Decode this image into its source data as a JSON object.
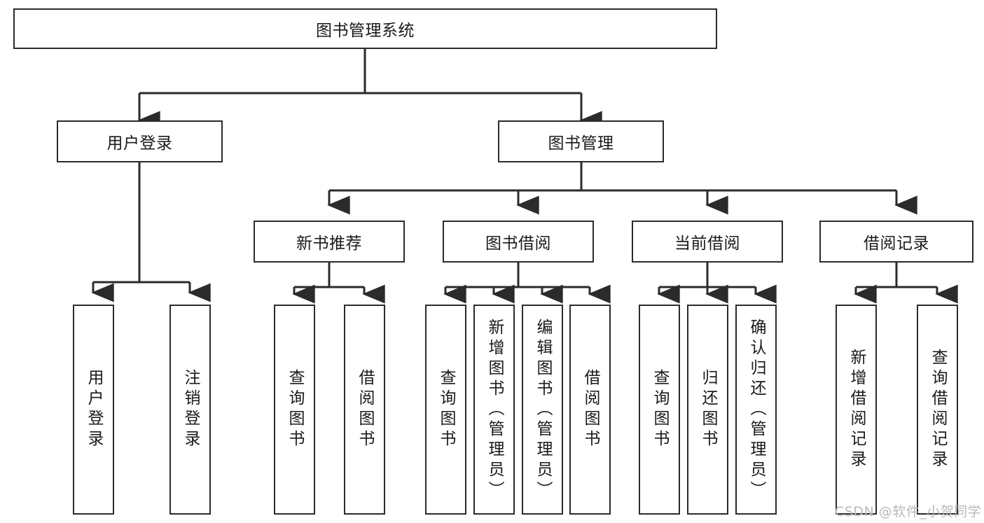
{
  "diagram": {
    "title": "图书管理系统",
    "type": "tree-hierarchy-diagram",
    "colors": {
      "box_border": "#2b2b2b",
      "box_fill": "#ffffff",
      "edge": "#2b2b2b",
      "watermark": "#b9b9b9",
      "background": "#ffffff"
    },
    "root": {
      "label": "图书管理系统"
    },
    "level1": [
      {
        "label": "用户登录"
      },
      {
        "label": "图书管理"
      }
    ],
    "level2": [
      {
        "label": "新书推荐"
      },
      {
        "label": "图书借阅"
      },
      {
        "label": "当前借阅"
      },
      {
        "label": "借阅记录"
      }
    ],
    "leaves": {
      "user_login": [
        {
          "label": "用户登录"
        },
        {
          "label": "注销登录"
        }
      ],
      "new_book_recommend": [
        {
          "label": "查询图书"
        },
        {
          "label": "借阅图书"
        }
      ],
      "book_borrow": [
        {
          "label": "查询图书"
        },
        {
          "label": "新增图书（管理员）"
        },
        {
          "label": "编辑图书（管理员）"
        },
        {
          "label": "借阅图书"
        }
      ],
      "current_borrow": [
        {
          "label": "查询图书"
        },
        {
          "label": "归还图书"
        },
        {
          "label": "确认归还（管理员）"
        }
      ],
      "borrow_record": [
        {
          "label": "新增借阅记录"
        },
        {
          "label": "查询借阅记录"
        }
      ]
    },
    "watermark": "CSDN @软件_小贺同学"
  }
}
